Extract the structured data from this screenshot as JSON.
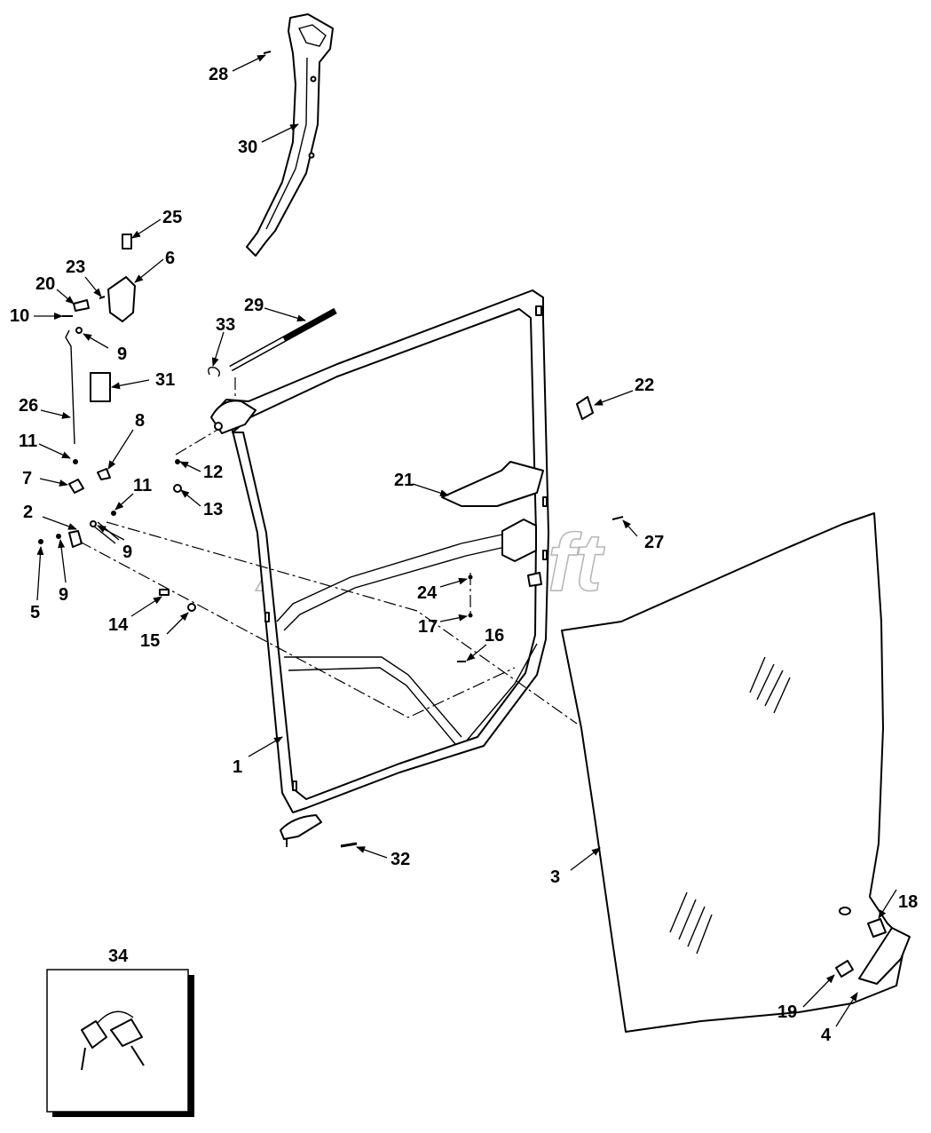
{
  "watermark": "AutoSoft",
  "colors": {
    "ink": "#000000",
    "background": "#ffffff",
    "watermark": "#b8b8b8"
  },
  "callouts": {
    "c1": "1",
    "c2": "2",
    "c3": "3",
    "c4": "4",
    "c5": "5",
    "c6": "6",
    "c7": "7",
    "c8": "8",
    "c9a": "9",
    "c9b": "9",
    "c9c": "9",
    "c10": "10",
    "c11a": "11",
    "c11b": "11",
    "c12": "12",
    "c13": "13",
    "c14": "14",
    "c15": "15",
    "c16": "16",
    "c17": "17",
    "c18": "18",
    "c19": "19",
    "c20": "20",
    "c21": "21",
    "c22": "22",
    "c23": "23",
    "c24": "24",
    "c25": "25",
    "c26": "26",
    "c27": "27",
    "c28": "28",
    "c29": "29",
    "c30": "30",
    "c31": "31",
    "c32": "32",
    "c33": "33",
    "c34": "34"
  }
}
